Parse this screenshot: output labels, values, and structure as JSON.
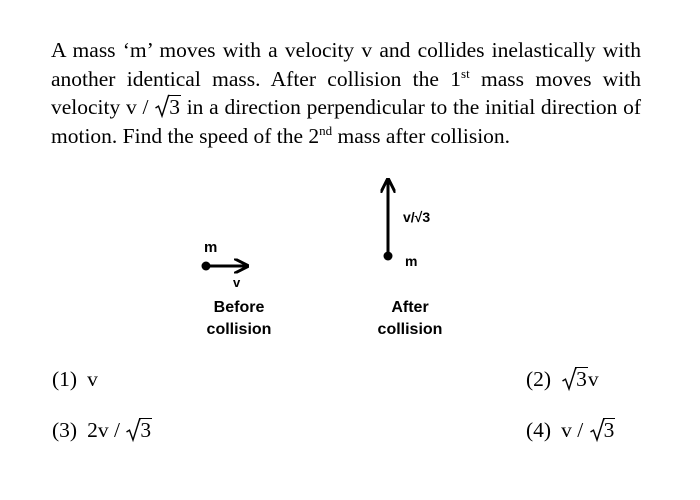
{
  "question": {
    "part1": "A mass ‘m’ moves with a velocity v and collides inelastically with another identical mass. After collision the 1",
    "sup1": "st",
    "part2": " mass moves with velocity  v / ",
    "radicand": "3",
    "part3": " in a direction perpendicular to the initial direction of motion. Find the speed of the 2",
    "sup2": "nd",
    "part4": " mass after collision."
  },
  "diagram": {
    "before": {
      "mass_label": "m",
      "velocity_label": "v",
      "caption_line1": "Before",
      "caption_line2": "collision"
    },
    "after": {
      "velocity_label": "v/√3",
      "mass_label": "m",
      "caption_line1": "After",
      "caption_line2": "collision"
    }
  },
  "options": [
    {
      "number": "(1)",
      "prefix": "v",
      "radicand": "",
      "suffix": ""
    },
    {
      "number": "(2)",
      "prefix": "",
      "radicand": "3",
      "suffix": "v"
    },
    {
      "number": "(3)",
      "prefix": "2v / ",
      "radicand": "3",
      "suffix": ""
    },
    {
      "number": "(4)",
      "prefix": "v / ",
      "radicand": "3",
      "suffix": ""
    }
  ]
}
